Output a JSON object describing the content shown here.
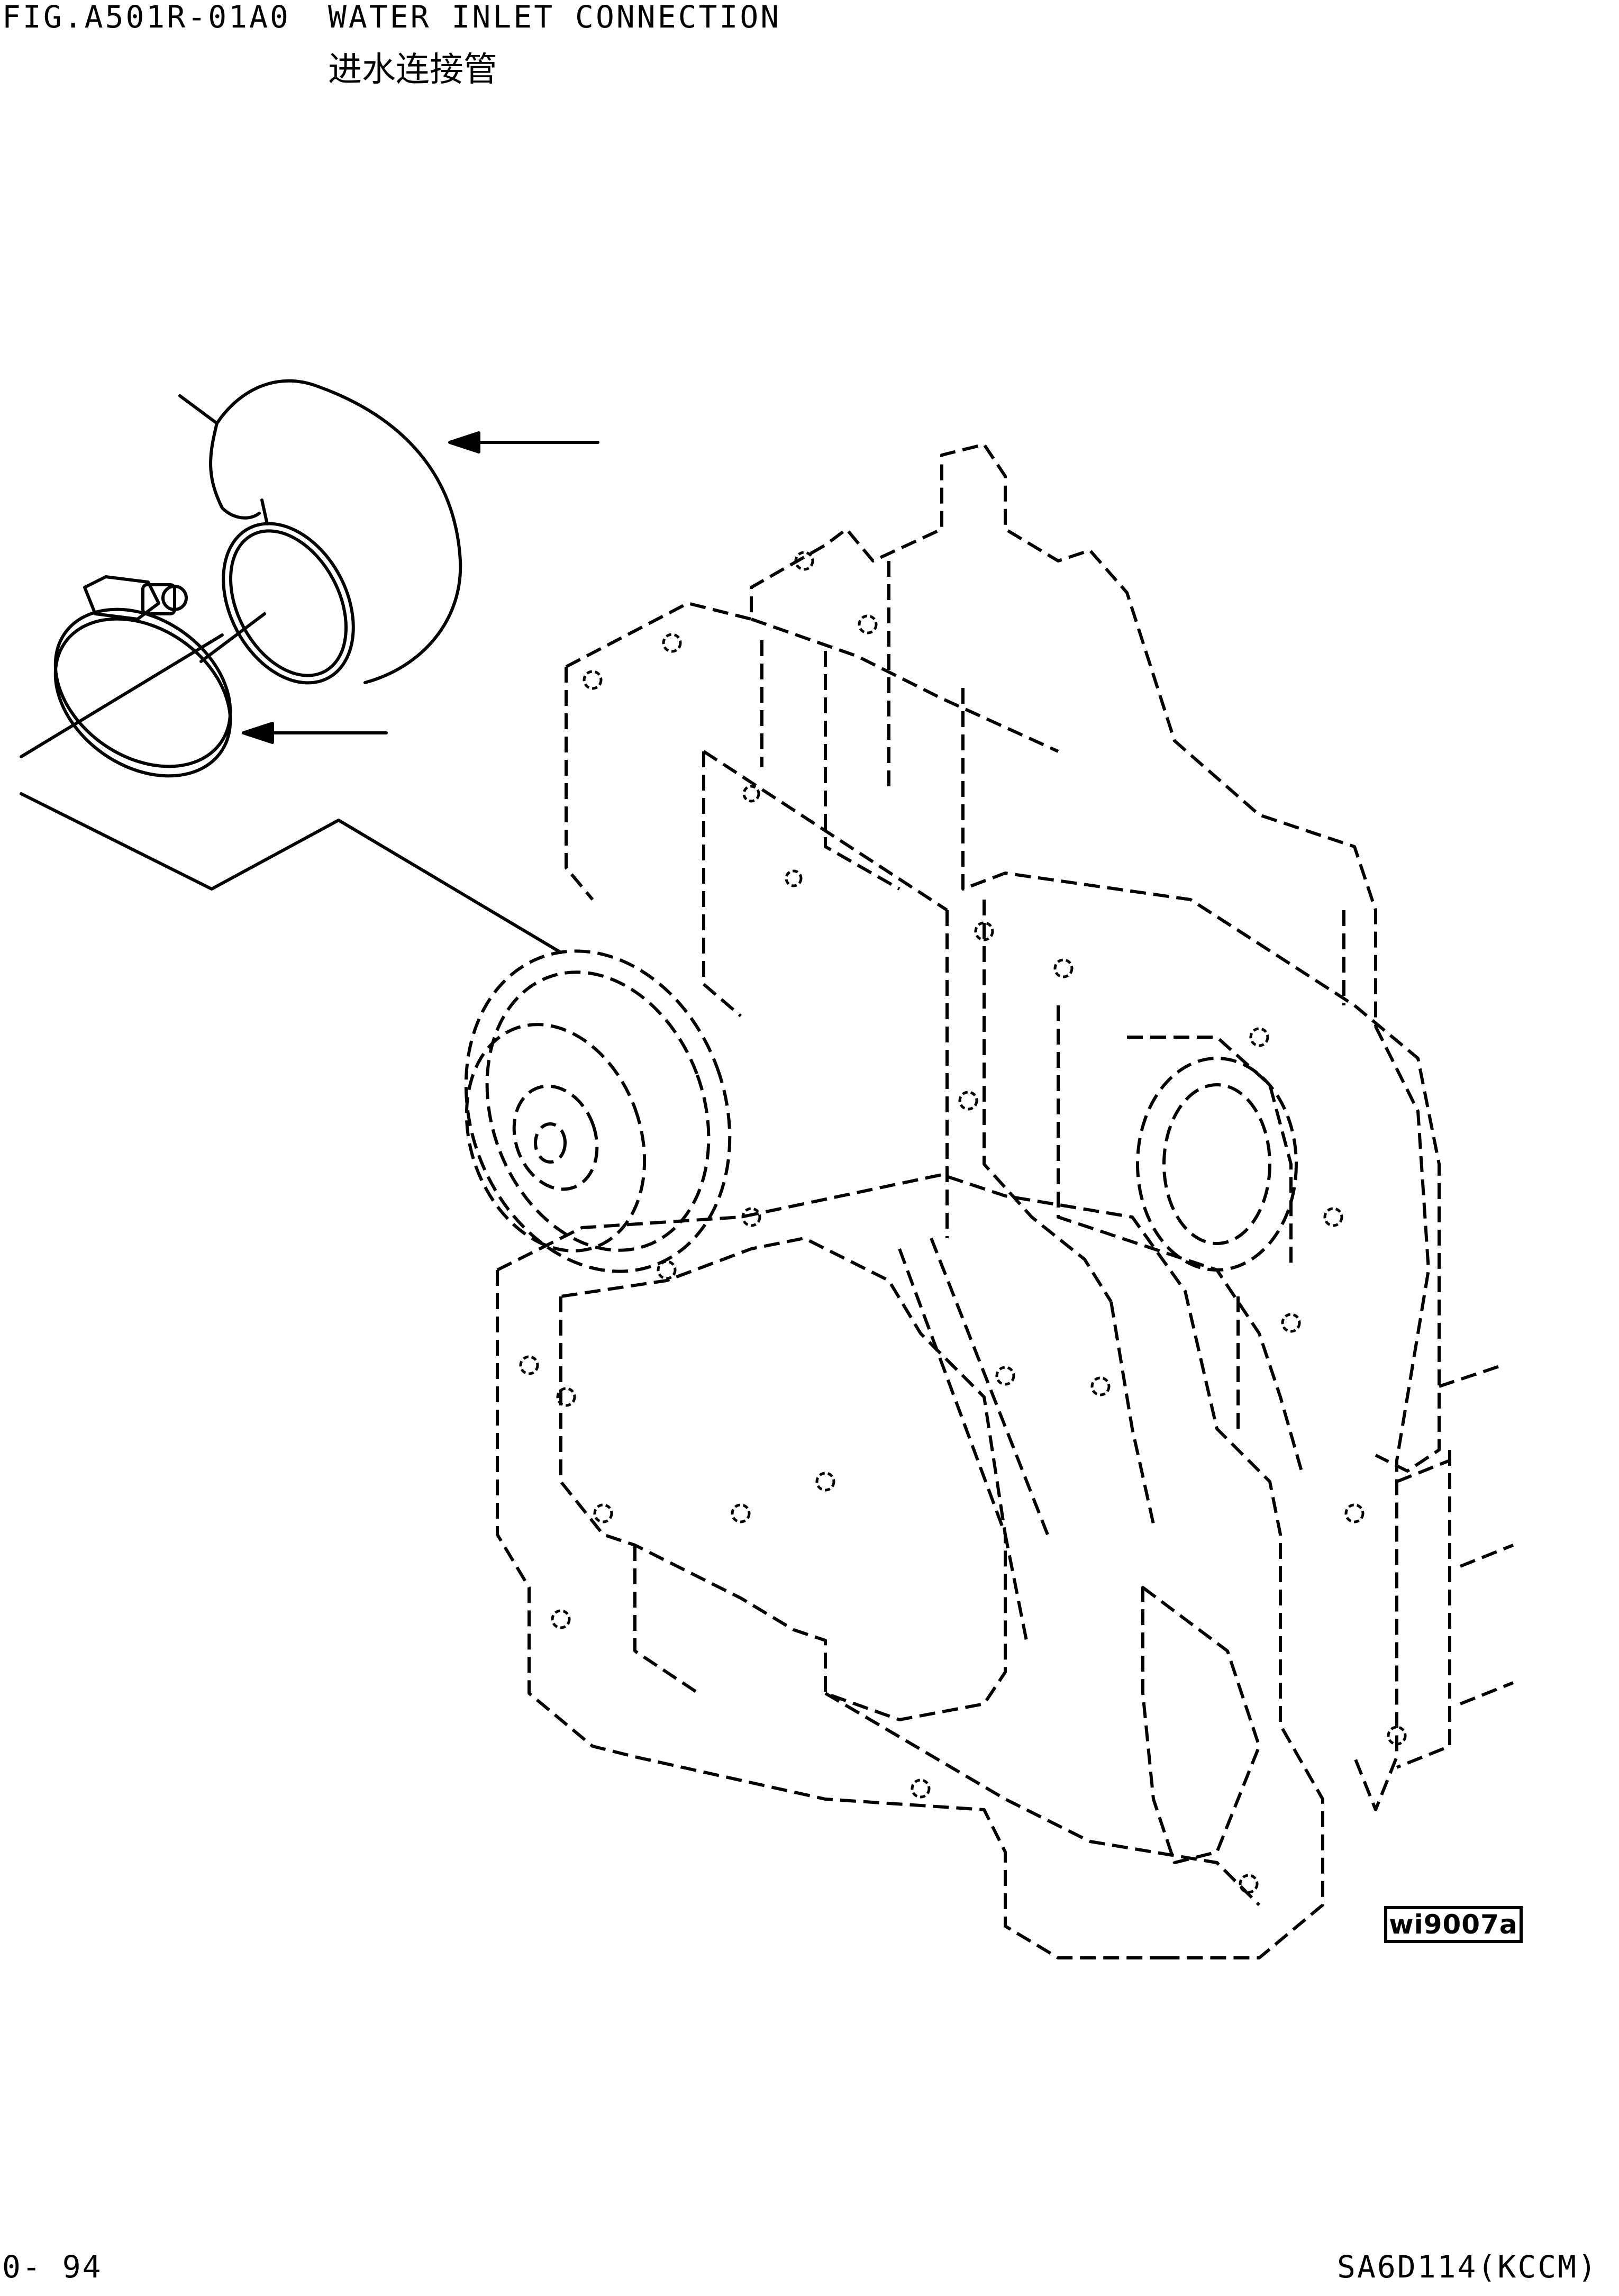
{
  "header": {
    "fig_code": "FIG.A501R-01A0",
    "title": "WATER INLET CONNECTION",
    "title_cn": "进水连接管"
  },
  "illustration": {
    "reference_id": "wi9007a",
    "parts": [
      "hose-icon",
      "hose-clamp-icon",
      "engine-block-icon",
      "pointer-arrow-icon"
    ]
  },
  "footer": {
    "page": "0- 94",
    "model": "SA6D114(KCCM)"
  }
}
